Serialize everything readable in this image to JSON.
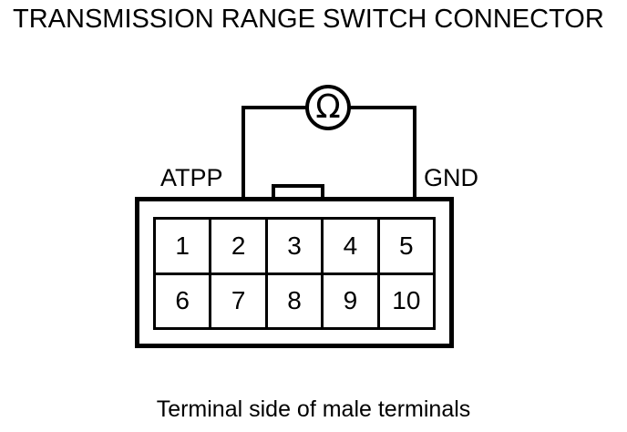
{
  "title": "TRANSMISSION RANGE SWITCH CONNECTOR",
  "caption": "Terminal side of male terminals",
  "meter": {
    "type": "ohmmeter",
    "symbol": "Ω",
    "name": "ohmmeter"
  },
  "probes": {
    "left": {
      "label": "ATPP",
      "connects_to_pin": "2"
    },
    "right": {
      "label": "GND",
      "connects_to_pin": "5"
    }
  },
  "connector": {
    "name": "Transmission Range Switch Connector",
    "cavity_count": 10,
    "locking_tab": "locking-tab",
    "pin_rows": [
      [
        "1",
        "2",
        "3",
        "4",
        "5"
      ],
      [
        "6",
        "7",
        "8",
        "9",
        "10"
      ]
    ]
  },
  "colors": {
    "line": "#000000",
    "background": "#ffffff"
  }
}
